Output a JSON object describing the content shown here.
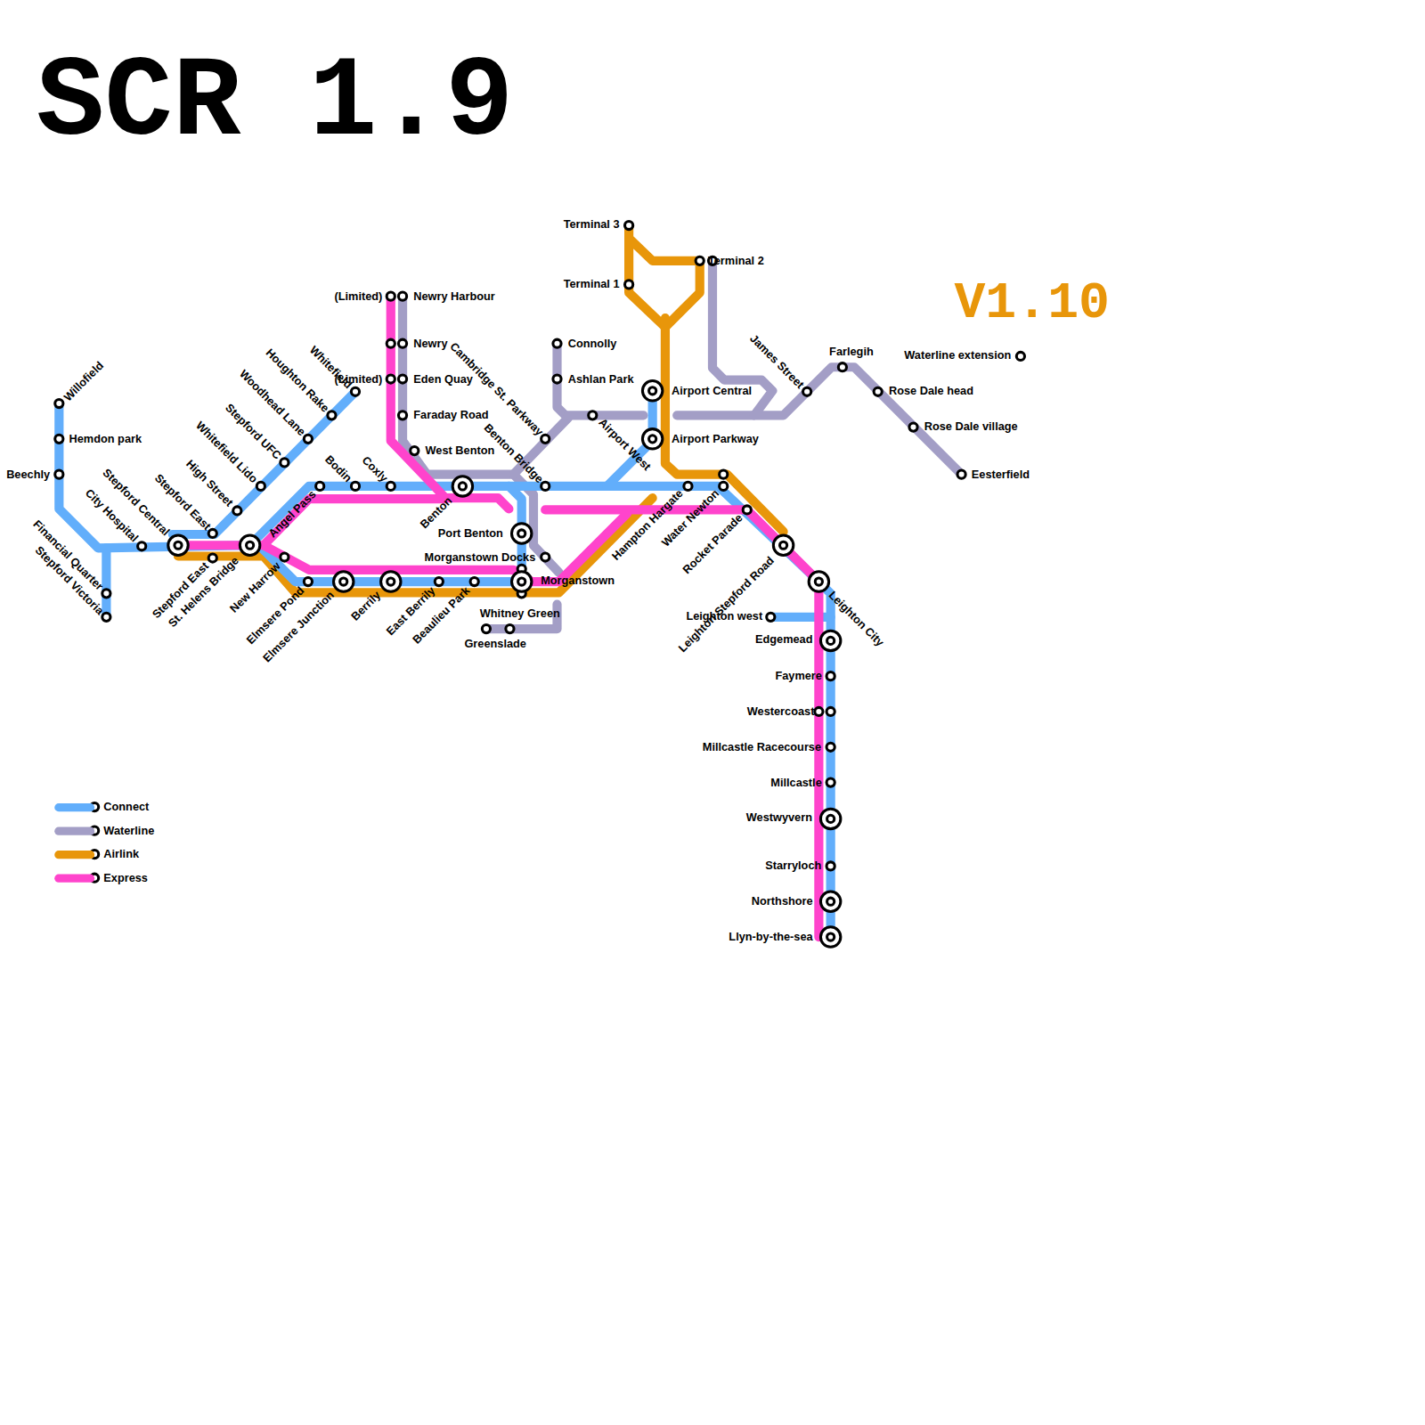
{
  "diagram": {
    "title": "SCR 1.9",
    "labels": [
      "V1.10",
      "Willofield",
      "Hemdon park",
      "Beechly",
      "Financial Quarter",
      "Stepford Victoria",
      "City Hospital",
      "Stepford Central",
      "Stepford East",
      "Stepford East",
      "St. Helens Bridge",
      "High Street",
      "Whitefield Lido",
      "Stepford UFC",
      "Woodhead Lane",
      "Houghton Rake",
      "Whitefield",
      "Angel Pass",
      "Bodin",
      "Coxly",
      "New Harrow",
      "Elmsere Pond",
      "Elmsere Junction",
      "Berrily",
      "East Berrily",
      "Beaulieu Park",
      "Benton",
      "Port Benton",
      "Morganstown Docks",
      "Morganstown",
      "Whitney Green",
      "Greenslade",
      "Benton Bridge",
      "Cambridge St. Parkway",
      "Connolly",
      "Ashlan Park",
      "Airport West",
      "Airport Central",
      "Airport Parkway",
      "Terminal 3",
      "Terminal 1",
      "Terminal 2",
      "(Limited)",
      "Newry Harbour",
      "Newry",
      "(Limited)",
      "Eden Quay",
      "Faraday Road",
      "West Benton",
      "Hampton Hargate",
      "Water Newton",
      "Rocket Parade",
      "Leighton Stepford Road",
      "Leighton City",
      "Leighton west",
      "Edgemead",
      "Faymere",
      "Westercoast",
      "Millcastle Racecourse",
      "Millcastle",
      "Westwyvern",
      "Starryloch",
      "Northshore",
      "Llyn-by-the-sea",
      "James Street",
      "Farlegih",
      "Rose Dale head",
      "Rose Dale village",
      "Eesterfield",
      "Waterline extension"
    ],
    "legend": [
      {
        "text": "Connect",
        "color": "#62aefb"
      },
      {
        "text": "Waterline",
        "color": "#a39ec6"
      },
      {
        "text": "Airlink",
        "color": "#e8960a"
      },
      {
        "text": "Express",
        "color": "#ff44cc"
      }
    ]
  }
}
